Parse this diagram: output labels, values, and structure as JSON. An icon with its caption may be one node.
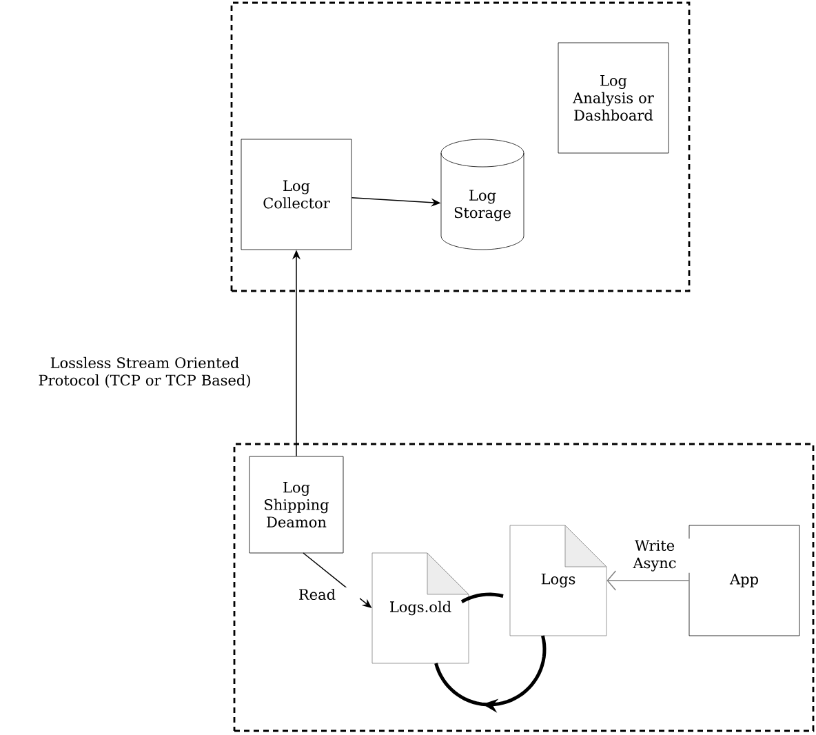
{
  "diagram": {
    "nodes": [
      {
        "text": [],
        "shape": "box"
      },
      {
        "text": [
          "Log Collector"
        ],
        "in": 0
      },
      {
        "text": [
          "Log Storage"
        ],
        "in": 0
      },
      {
        "text": [
          "Log Analysis or Dashboard"
        ],
        "in": 0
      },
      {
        "text": [],
        "shape": "box"
      },
      {
        "text": [
          "Log Shipping Deamon"
        ],
        "in": 4
      },
      {
        "text": [
          "Logs.old"
        ],
        "in": 4
      },
      {
        "text": [
          "Logs"
        ],
        "in": 4
      },
      {
        "text": [
          "App"
        ],
        "in": 4
      }
    ],
    "edges": [
      {
        "from": 1,
        "to": 2,
        "arrow": "to"
      },
      {
        "from": 5,
        "to": 1,
        "arrow": "to",
        "label": "Lossless Stream Oriented Protocol (TCP or TCP Based)"
      },
      {
        "from": 5,
        "to": 6,
        "arrow": "to",
        "label": "Read"
      },
      {
        "from": 8,
        "to": 7,
        "arrow": "to",
        "label": "Write Async",
        "color": "#808080"
      },
      {
        "from": 7,
        "to": 6,
        "arrow": "to",
        "style": "thick"
      },
      {
        "from": 6,
        "to": 7,
        "arrow": "none",
        "style": "thick"
      }
    ]
  }
}
